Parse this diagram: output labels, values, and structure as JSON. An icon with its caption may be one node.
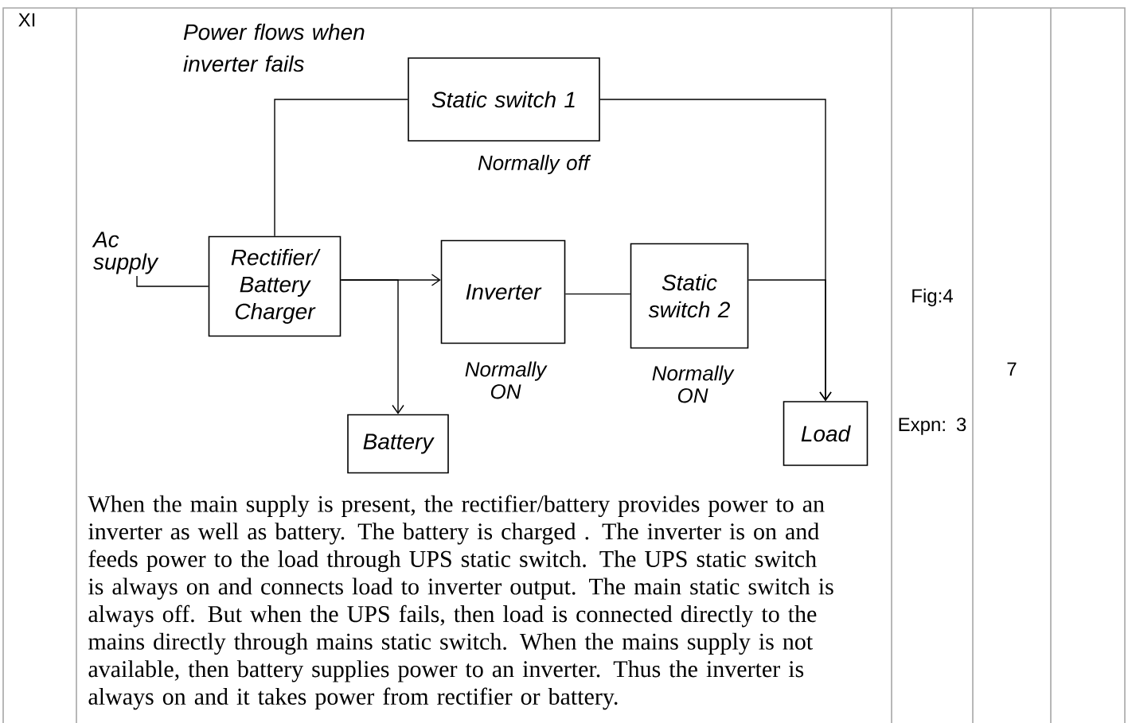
{
  "diagram": {
    "nodes": [
      {
        "text": [
          "Static switch 1"
        ],
        "beside": [
          "Normally off"
        ]
      },
      {
        "text": [
          "Rectifier/ Battery Charger"
        ]
      },
      {
        "text": [
          "Inverter"
        ],
        "beside": [
          "Normally ON"
        ]
      },
      {
        "text": [
          "Static switch 2"
        ],
        "beside": [
          "Normally ON"
        ]
      },
      {
        "text": [
          "Battery"
        ]
      },
      {
        "text": [
          "Load"
        ]
      },
      {
        "text": [
          "Ac supply"
        ]
      }
    ],
    "edges": [
      {
        "from": 6,
        "to": 1,
        "arrow": "none"
      },
      {
        "from": 1,
        "to": 2,
        "arrow": "to"
      },
      {
        "from": 1,
        "to": 4,
        "arrow": "to"
      },
      {
        "from": 1,
        "to": 0,
        "arrow": "none"
      },
      {
        "from": 2,
        "to": 3,
        "arrow": "none"
      },
      {
        "from": 3,
        "to": 5,
        "arrow": "to"
      },
      {
        "from": 0,
        "to": 5,
        "arrow": "to"
      }
    ],
    "labels": [
      "XI",
      "Power flows when inverter fails",
      "Fig:4",
      "Expn: 3",
      "7",
      "When the main supply is present, the rectifier/battery provides power to an inverter as well as battery. The battery is charged . The inverter is on and feeds power to the load through UPS static switch. The UPS static switch is always on  and  connects load to inverter output. The main static switch is always off. But when the UPS fails, then load is connected directly to the mains directly through mains static switch. When the mains supply is not available, then battery  supplies power to an inverter. Thus the inverter is always on and it takes power from rectifier or battery."
    ]
  }
}
